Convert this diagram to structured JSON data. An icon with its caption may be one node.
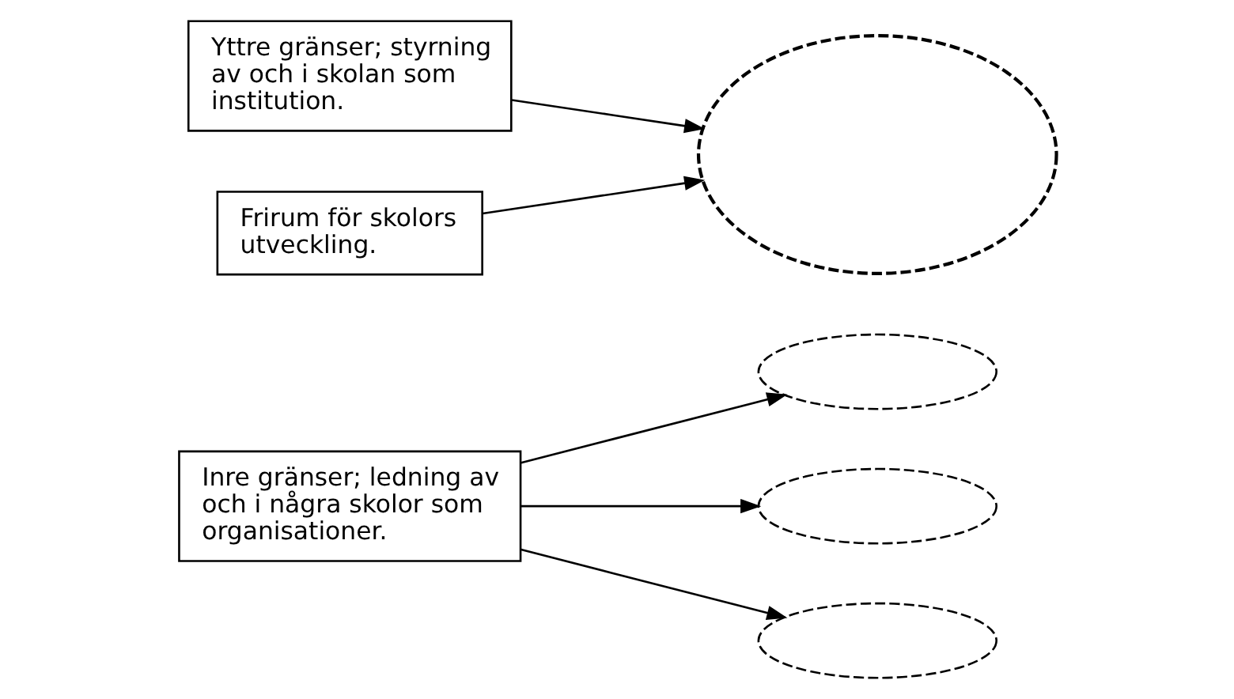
{
  "diagram": {
    "nodes": [
      {
        "text": [
          "Inre gränser; ledning av och i några skolor som organisationer."
        ]
      },
      {
        "text": [
          "Yttre gränser; styrning av och i skolan som institution."
        ]
      },
      {
        "text": [],
        "shape": "cloud"
      },
      {
        "text": [],
        "shape": "ellipse"
      },
      {
        "text": [],
        "shape": "ellipse"
      },
      {
        "text": [],
        "shape": "ellipse"
      },
      {
        "text": [
          "Frirum för skolors utveckling."
        ]
      }
    ],
    "edges": [
      {
        "from": 0,
        "to": 3,
        "arrow": "to"
      },
      {
        "from": 0,
        "to": 4,
        "arrow": "to"
      },
      {
        "from": 0,
        "to": 5,
        "arrow": "to"
      },
      {
        "from": 1,
        "to": 2,
        "arrow": "to"
      },
      {
        "from": 6,
        "to": 2,
        "arrow": "to"
      }
    ]
  }
}
